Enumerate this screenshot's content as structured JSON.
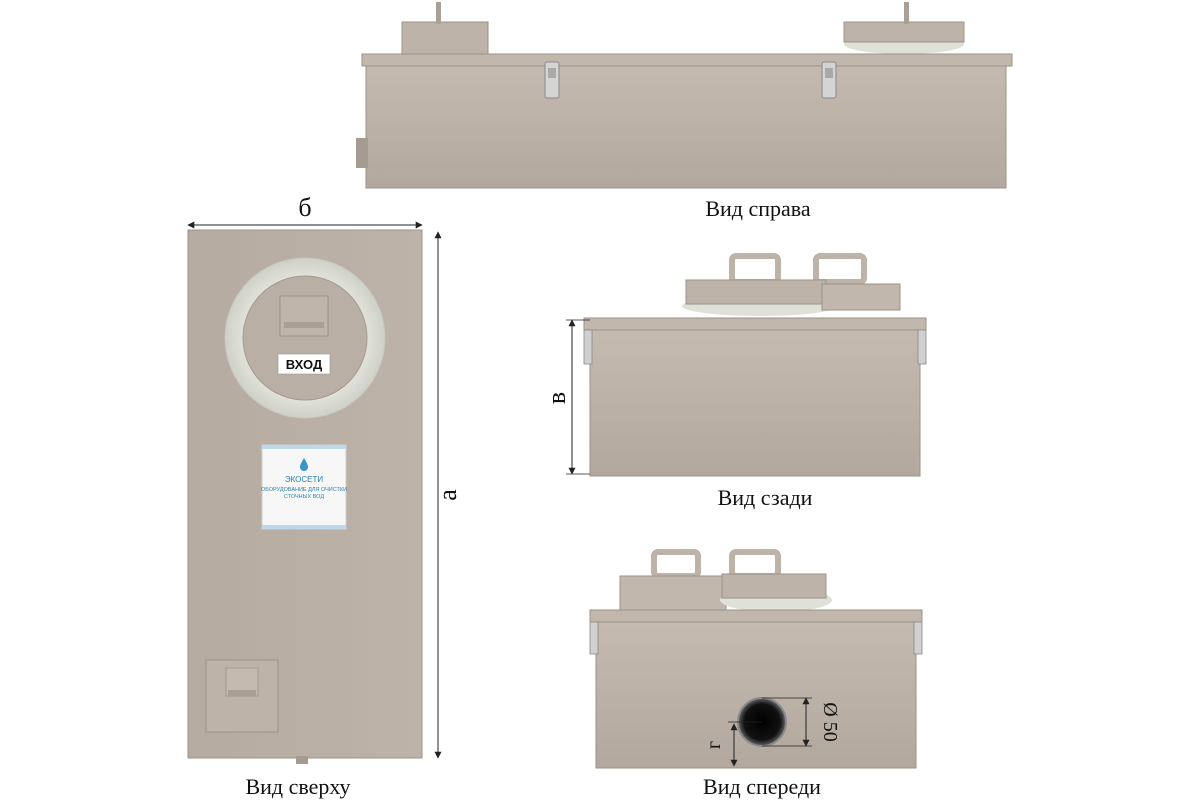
{
  "captions": {
    "right": "Вид справа",
    "back": "Вид сзади",
    "top": "Вид сверху",
    "front": "Вид спереди"
  },
  "dimensions": {
    "width": "б",
    "length": "а",
    "height": "в",
    "outlet_offset": "г",
    "outlet_diameter": "Ø 50"
  },
  "labels": {
    "inlet": "ВХОД"
  },
  "nameplate": {
    "brand": "ЭКОСЕТИ",
    "tagline_1": "ОБОРУДОВАНИЕ ДЛЯ ОЧИСТКИ",
    "tagline_2": "СТОЧНЫХ ВОД"
  },
  "colors": {
    "body": "#b8aea3",
    "body_dark": "#a89e93",
    "body_light": "#c8bfb4",
    "filter": "#ddded6",
    "steel": "#c9c9c9",
    "dim_line": "#222222"
  }
}
